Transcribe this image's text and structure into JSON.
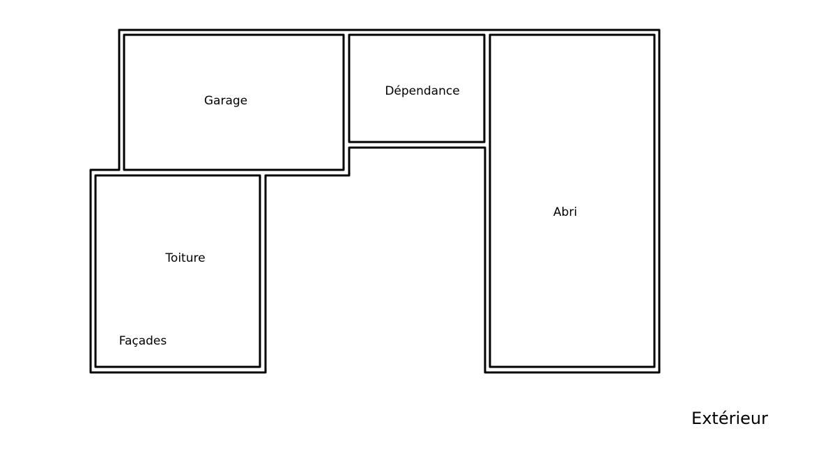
{
  "rooms": {
    "garage": "Garage",
    "dependance": "Dépendance",
    "abri": "Abri",
    "toiture": "Toiture",
    "facades": "Façades"
  },
  "exterior": "Extérieur",
  "colors": {
    "wall": "#000000",
    "background": "#ffffff"
  }
}
